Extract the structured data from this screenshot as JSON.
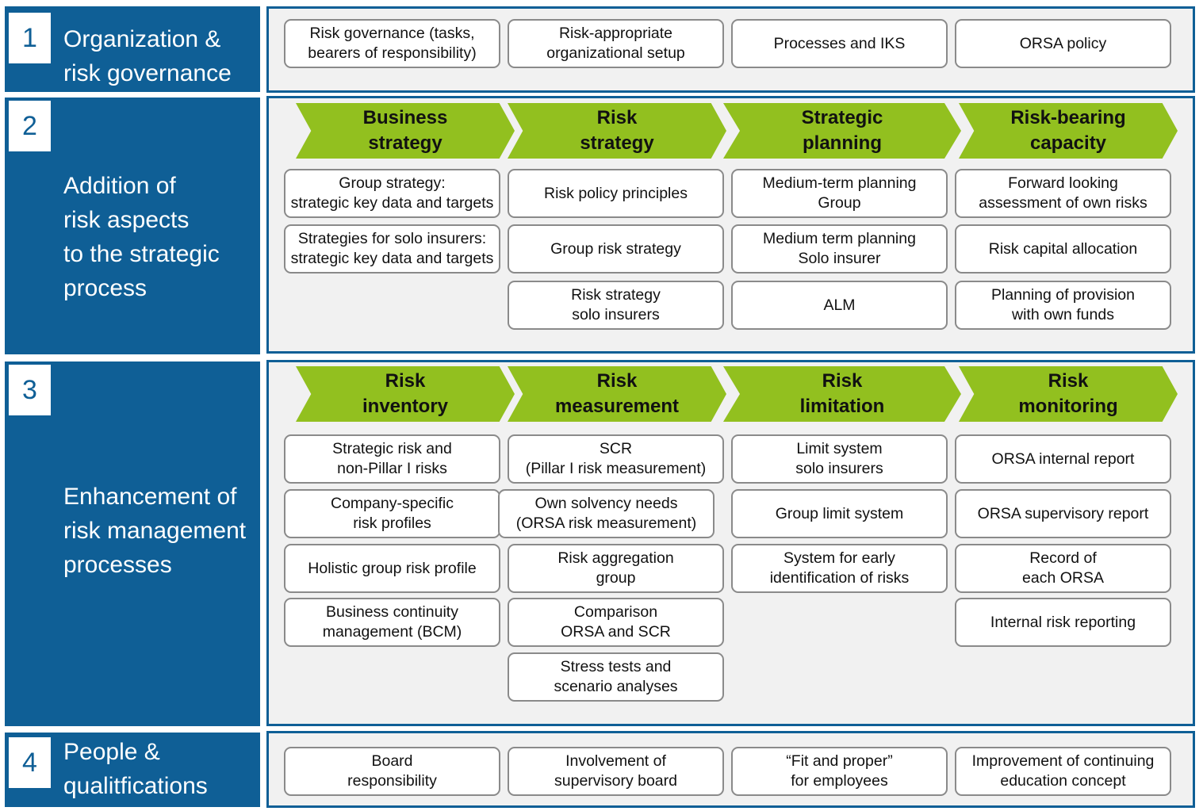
{
  "sections": [
    {
      "number": "1",
      "title": [
        "Organization &",
        "risk governance"
      ],
      "boxes": [
        [
          "Risk governance (tasks,",
          "bearers of responsibility)"
        ],
        [
          "Risk-appropriate",
          "organizational setup"
        ],
        [
          "Processes and IKS"
        ],
        [
          "ORSA policy"
        ]
      ]
    },
    {
      "number": "2",
      "title": [
        "Addition of",
        "risk aspects",
        "to the strategic",
        "process"
      ],
      "chevrons": [
        [
          "Business",
          "strategy"
        ],
        [
          "Risk",
          "strategy"
        ],
        [
          "Strategic",
          "planning"
        ],
        [
          "Risk-bearing",
          "capacity"
        ]
      ],
      "columns": [
        [
          [
            "Group strategy:",
            "strategic key data and targets"
          ],
          [
            "Strategies for solo insurers:",
            "strategic key data and targets"
          ]
        ],
        [
          [
            "Risk policy principles"
          ],
          [
            "Group risk strategy"
          ],
          [
            "Risk strategy",
            "solo insurers"
          ]
        ],
        [
          [
            "Medium-term planning",
            "Group"
          ],
          [
            "Medium term planning",
            "Solo insurer"
          ],
          [
            "ALM"
          ]
        ],
        [
          [
            "Forward looking",
            "assessment of own risks"
          ],
          [
            "Risk capital allocation"
          ],
          [
            "Planning of provision",
            "with own funds"
          ]
        ]
      ]
    },
    {
      "number": "3",
      "title": [
        "Enhancement of",
        "risk management",
        "processes"
      ],
      "chevrons": [
        [
          "Risk",
          "inventory"
        ],
        [
          "Risk",
          "measurement"
        ],
        [
          "Risk",
          "limitation"
        ],
        [
          "Risk",
          "monitoring"
        ]
      ],
      "columns": [
        [
          [
            "Strategic risk and",
            "non-Pillar I risks"
          ],
          [
            "Company-specific",
            "risk profiles"
          ],
          [
            "Holistic group risk profile"
          ],
          [
            "Business continuity",
            "management (BCM)"
          ]
        ],
        [
          [
            "SCR",
            "(Pillar I risk measurement)"
          ],
          [
            "Own solvency needs",
            "(ORSA risk measurement)"
          ],
          [
            "Risk aggregation",
            "group"
          ],
          [
            "Comparison",
            "ORSA and SCR"
          ],
          [
            "Stress tests and",
            "scenario analyses"
          ]
        ],
        [
          [
            "Limit system",
            "solo insurers"
          ],
          [
            "Group limit system"
          ],
          [
            "System for early",
            "identification of risks"
          ]
        ],
        [
          [
            "ORSA internal report"
          ],
          [
            "ORSA supervisory report"
          ],
          [
            "Record of",
            "each ORSA"
          ],
          [
            "Internal risk reporting"
          ]
        ]
      ]
    },
    {
      "number": "4",
      "title": [
        "People &",
        "qualitfications"
      ],
      "boxes": [
        [
          "Board",
          "responsibility"
        ],
        [
          "Involvement of",
          "supervisory board"
        ],
        [
          "“Fit and proper”",
          "for employees"
        ],
        [
          "Improvement of continuing",
          "education concept"
        ]
      ]
    }
  ],
  "colors": {
    "sidebar": "#0f5f96",
    "chevron": "#92c01f",
    "panel": "#f1f1f1",
    "box_border": "#8a8a8a"
  }
}
